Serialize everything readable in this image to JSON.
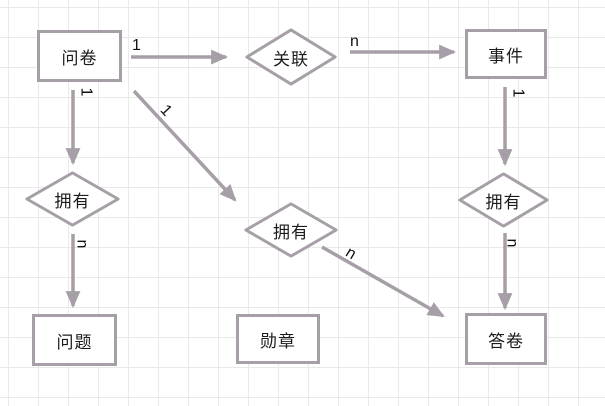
{
  "diagram": {
    "type": "entity-relationship",
    "colors": {
      "stroke": "#a79fa7",
      "text": "#1b1b1b",
      "grid": "#e9e9e9",
      "background": "#ffffff"
    },
    "entities": [
      {
        "id": "questionnaire",
        "label": "问卷",
        "shape": "rectangle"
      },
      {
        "id": "relation",
        "label": "关联",
        "shape": "diamond"
      },
      {
        "id": "event",
        "label": "事件",
        "shape": "rectangle"
      },
      {
        "id": "has-left",
        "label": "拥有",
        "shape": "diamond"
      },
      {
        "id": "has-middle",
        "label": "拥有",
        "shape": "diamond"
      },
      {
        "id": "has-right",
        "label": "拥有",
        "shape": "diamond"
      },
      {
        "id": "question",
        "label": "问题",
        "shape": "rectangle"
      },
      {
        "id": "medal",
        "label": "勋章",
        "shape": "rectangle"
      },
      {
        "id": "answer-sheet",
        "label": "答卷",
        "shape": "rectangle"
      }
    ],
    "connections": [
      {
        "from": "问卷",
        "to": "关联",
        "label": "1"
      },
      {
        "from": "关联",
        "to": "事件",
        "label": "n"
      },
      {
        "from": "问卷",
        "to": "拥有(左)",
        "label": "1"
      },
      {
        "from": "问卷",
        "to": "拥有(中)",
        "label": "1"
      },
      {
        "from": "事件",
        "to": "拥有(右)",
        "label": "1"
      },
      {
        "from": "拥有(左)",
        "to": "问题",
        "label": "n"
      },
      {
        "from": "拥有(中)",
        "to": "答卷",
        "label": "n"
      },
      {
        "from": "拥有(右)",
        "to": "答卷",
        "label": "n"
      }
    ]
  }
}
